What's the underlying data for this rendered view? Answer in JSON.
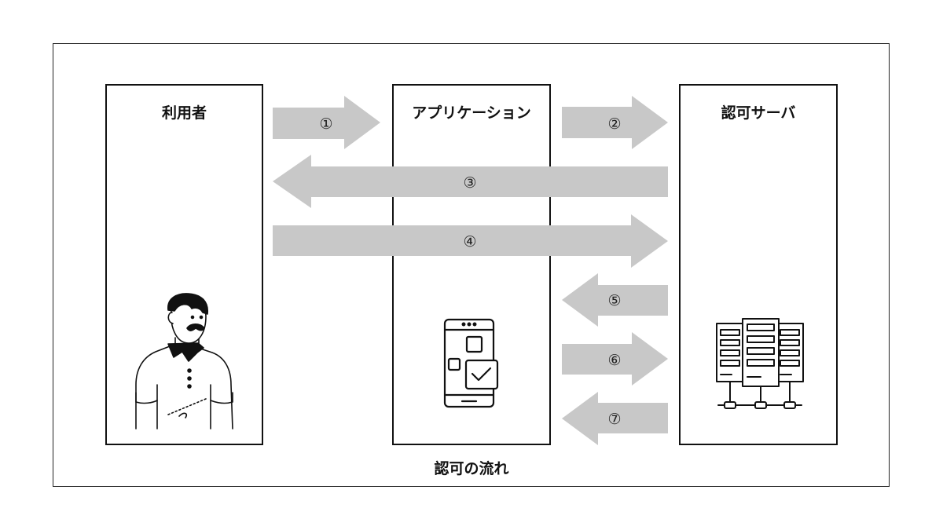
{
  "diagram": {
    "caption": "認可の流れ",
    "columns": [
      {
        "id": "user",
        "title": "利用者",
        "icon": "person-icon"
      },
      {
        "id": "app",
        "title": "アプリケーション",
        "icon": "smartphone-icon"
      },
      {
        "id": "auth",
        "title": "認可サーバ",
        "icon": "server-icon"
      }
    ],
    "steps": [
      {
        "label": "①",
        "from": "user",
        "to": "app"
      },
      {
        "label": "②",
        "from": "app",
        "to": "auth"
      },
      {
        "label": "③",
        "from": "auth",
        "to": "user"
      },
      {
        "label": "④",
        "from": "user",
        "to": "auth"
      },
      {
        "label": "⑤",
        "from": "auth",
        "to": "app"
      },
      {
        "label": "⑥",
        "from": "app",
        "to": "auth"
      },
      {
        "label": "⑦",
        "from": "auth",
        "to": "app"
      }
    ],
    "colors": {
      "arrow": "#c8c8c8",
      "border": "#111111"
    }
  }
}
